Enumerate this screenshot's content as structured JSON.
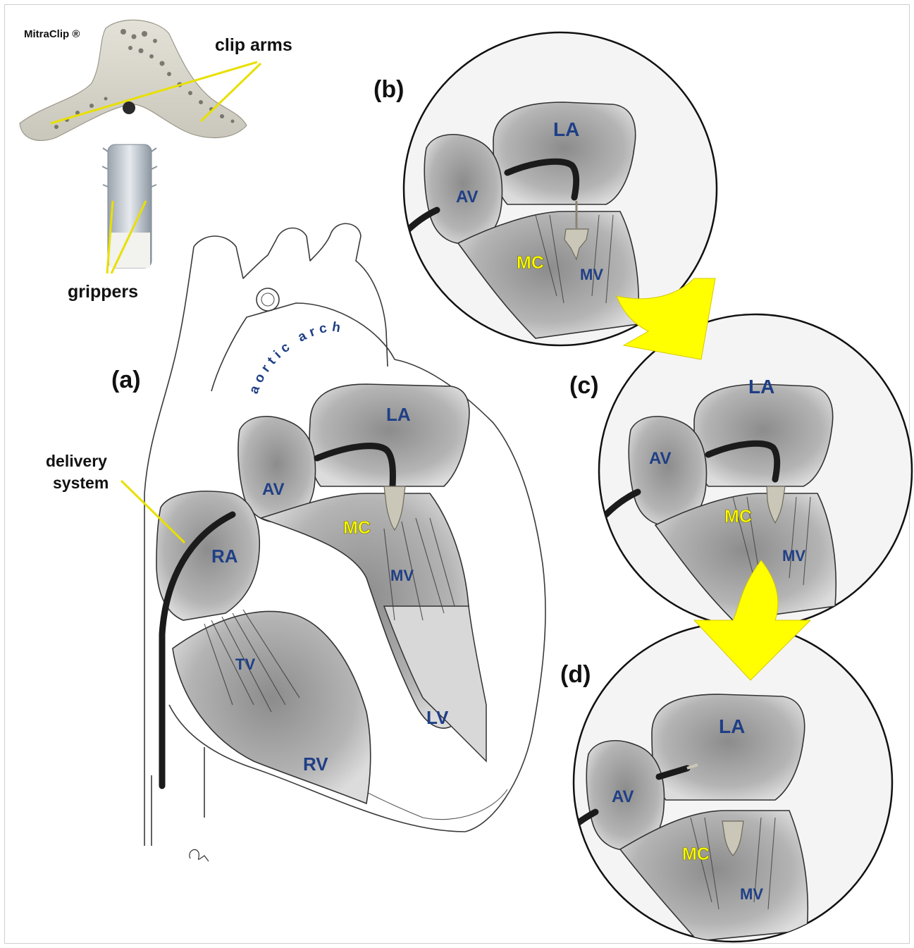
{
  "labels": {
    "device_name": "MitraClip ®",
    "clip_arms": "clip arms",
    "grippers": "grippers",
    "delivery_system_line1": "delivery",
    "delivery_system_line2": "system",
    "aortic_arch": "aortic arch"
  },
  "panels": {
    "a": {
      "letter": "(a)",
      "la": "LA",
      "av": "AV",
      "mc": "MC",
      "ra": "RA",
      "mv": "MV",
      "tv": "TV",
      "rv": "RV",
      "lv": "LV"
    },
    "b": {
      "letter": "(b)",
      "la": "LA",
      "av": "AV",
      "mc": "MC",
      "mv": "MV"
    },
    "c": {
      "letter": "(c)",
      "la": "LA",
      "av": "AV",
      "mc": "MC",
      "mv": "MV"
    },
    "d": {
      "letter": "(d)",
      "la": "LA",
      "av": "AV",
      "mc": "MC",
      "mv": "MV"
    }
  },
  "colors": {
    "label_blue": "#1f3f86",
    "label_yellow": "#ffff00",
    "arrow_yellow": "#ffff00",
    "leader_line": "#e8e000"
  }
}
